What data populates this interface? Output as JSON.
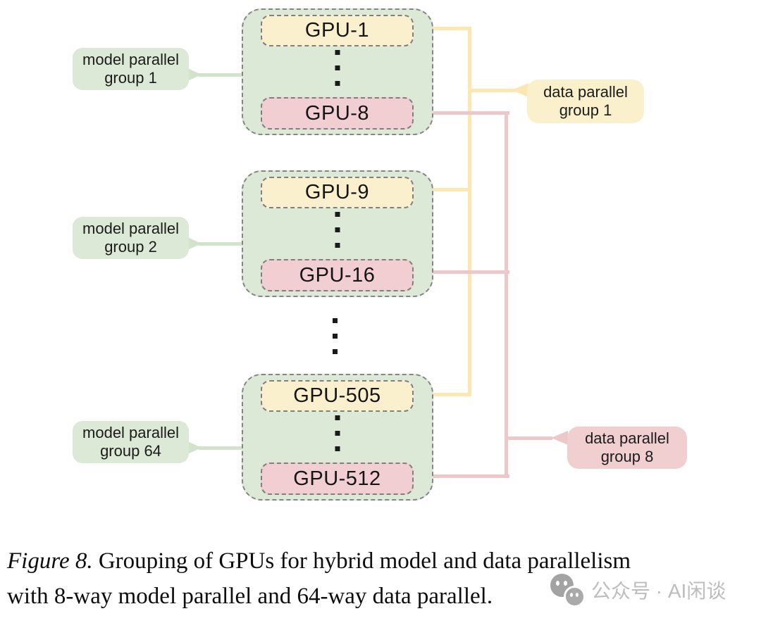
{
  "figure": {
    "groups": [
      {
        "top_gpu": "GPU-1",
        "bottom_gpu": "GPU-8"
      },
      {
        "top_gpu": "GPU-9",
        "bottom_gpu": "GPU-16"
      },
      {
        "top_gpu": "GPU-505",
        "bottom_gpu": "GPU-512"
      }
    ],
    "model_parallel_labels": [
      {
        "line1": "model parallel",
        "line2": "group 1"
      },
      {
        "line1": "model parallel",
        "line2": "group 2"
      },
      {
        "line1": "model parallel",
        "line2": "group 64"
      }
    ],
    "data_parallel_labels": [
      {
        "line1": "data parallel",
        "line2": "group 1"
      },
      {
        "line1": "data parallel",
        "line2": "group 8"
      }
    ]
  },
  "caption": {
    "figure_label": "Figure 8.",
    "line1": " Grouping of GPUs for hybrid model and data parallelism",
    "line2": "with 8-way model parallel and 64-way data parallel."
  },
  "watermark": {
    "text": "公众号 · AI闲谈"
  },
  "colors": {
    "group_fill": "#dce9d6",
    "gpu_top_fill": "#fbf0cd",
    "gpu_bottom_fill": "#f0ced1",
    "model_label_fill": "#dce9d6",
    "data1_fill": "#faf0cb",
    "data8_fill": "#f1cfd0",
    "yellow_line": "#fae8b0",
    "pink_line": "#edc8ca",
    "green_line": "#d2e2cb",
    "border_dash": "#858585",
    "text": "#161616",
    "watermark_gray": "#bdbdbd"
  }
}
